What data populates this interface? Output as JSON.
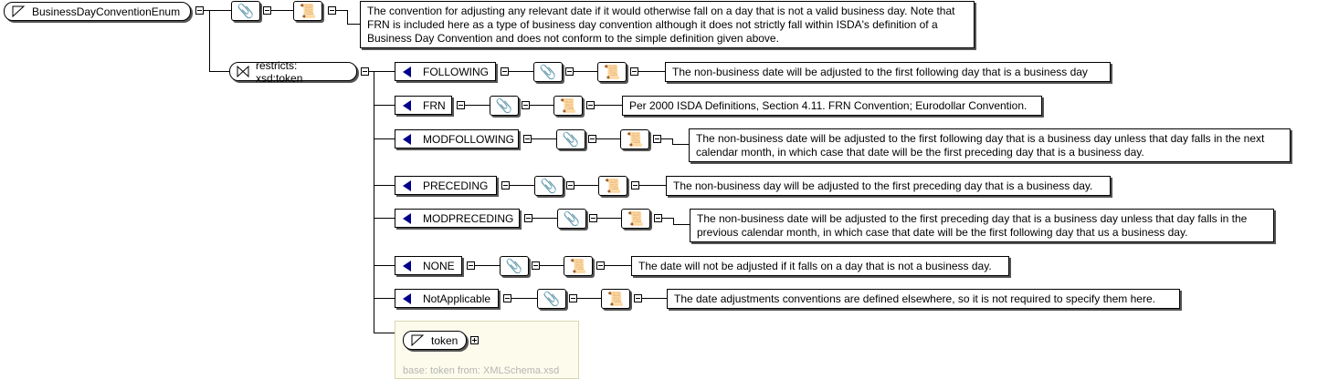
{
  "root": {
    "name": "BusinessDayConventionEnum",
    "documentation": "The convention for adjusting any relevant date if it would otherwise fall on a day that is not a valid business day. Note that FRN is included here as a type of business day convention although it does not strictly fall within ISDA's definition of a Business Day Convention and does not conform to the simple definition given above."
  },
  "restriction": {
    "label": "restricts: xsd:token"
  },
  "enumerations": [
    {
      "value": "FOLLOWING",
      "documentation": "The non-business date will be adjusted to the first following day that is a business day"
    },
    {
      "value": "FRN",
      "documentation": "Per 2000 ISDA Definitions, Section 4.11. FRN Convention; Eurodollar Convention."
    },
    {
      "value": "MODFOLLOWING",
      "documentation": "The non-business date will be adjusted to the first following day that is a business day unless that day falls in the next calendar month, in which case that date will be the first preceding day that is a business day."
    },
    {
      "value": "PRECEDING",
      "documentation": "The non-business day will be adjusted to the first preceding day that is a business day."
    },
    {
      "value": "MODPRECEDING",
      "documentation": "The non-business date will be adjusted to the first preceding day that is a business day unless that day falls in the previous calendar month, in which case that date will be the first following day that us a business day."
    },
    {
      "value": "NONE",
      "documentation": "The date will not be adjusted if it falls on a day that is not a business day."
    },
    {
      "value": "NotApplicable",
      "documentation": "The date adjustments conventions are defined elsewhere, so it is not required to specify them here."
    }
  ],
  "base_type": {
    "name": "token",
    "caption": "base: token from: XMLSchema.xsd"
  },
  "icons": {
    "annotation": "paperclip-icon",
    "documentation": "scroll-icon",
    "enumeration": "triangle-left-icon",
    "simple_type": "triangle-icon",
    "restriction": "bowtie-icon"
  }
}
